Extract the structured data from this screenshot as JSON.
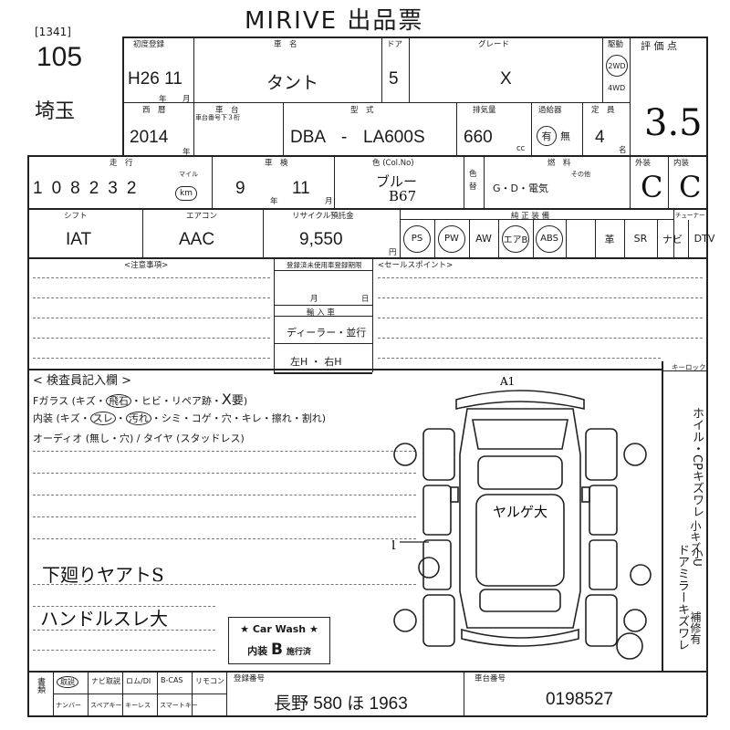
{
  "header": {
    "title": "MIRIVE 出品票"
  },
  "lot": {
    "code": "[1341]",
    "number": "105",
    "region": "埼玉"
  },
  "row1": {
    "first_reg_label": "初度登録",
    "first_reg_value": "H26 11",
    "year_label": "年",
    "month_label": "月",
    "car_name_label": "車　名",
    "car_name_value": "タント",
    "doors_label": "ドア",
    "doors_value": "5",
    "grade_label": "グレード",
    "grade_value": "X",
    "drive_label": "駆動",
    "drive_2wd": "2WD",
    "drive_4wd": "4WD",
    "rating_label": "評 価 点",
    "rating_value": "3.5"
  },
  "row2": {
    "year_label": "西　暦",
    "year_value": "2014",
    "year_unit": "年",
    "chassis_label": "車　台",
    "chassis_sub": "車台番号下３桁",
    "model_label": "型　式",
    "model_prefix": "DBA",
    "model_sep": "-",
    "model_value": "LA600S",
    "displacement_label": "排気量",
    "displacement_value": "660",
    "displacement_unit": "cc",
    "turbo_label": "過給器",
    "turbo_yes": "有",
    "turbo_no": "無",
    "capacity_label": "定　員",
    "capacity_value": "4",
    "capacity_unit": "名"
  },
  "row3": {
    "mileage_label": "走　行",
    "mileage_digits": [
      "1",
      "0",
      "8",
      "2",
      "3",
      "2"
    ],
    "mileage_unit": "km",
    "mileage_unit_top": "マイル",
    "inspection_label": "車　検",
    "inspection_year": "9",
    "inspection_month": "11",
    "inspection_year_unit": "年",
    "inspection_month_unit": "月",
    "color_label": "色 (Col.No)",
    "color_value": "ブルー",
    "color_code": "B67",
    "color_change_label": "色替",
    "fuel_label": "燃　料",
    "fuel_options": "G・D・電気",
    "fuel_other": "その他",
    "ext_label": "外装",
    "ext_value": "C",
    "int_label": "内装",
    "int_value": "C"
  },
  "row4": {
    "shift_label": "シフト",
    "shift_value": "IAT",
    "ac_label": "エアコン",
    "ac_value": "AAC",
    "recycle_label": "リサイクル預託金",
    "recycle_value": "9,550",
    "recycle_unit": "円",
    "equip_label": "純 正 装 備",
    "equipment": [
      "PS",
      "PW",
      "AW",
      "エアB",
      "ABS",
      "",
      "革",
      "SR",
      "ナビ",
      "DTV"
    ],
    "tuner_label": "チューナー"
  },
  "notes": {
    "notes_label": "<注意事項>",
    "record_label": "登録済未使用車登録期限",
    "date_month": "月",
    "date_day": "日",
    "import_label": "輸 入 車",
    "dealer_label": "ディーラー・並行",
    "handle_label": "左H ・ 右H",
    "sales_label": "<セールスポイント>"
  },
  "inspector": {
    "title": "< 検査員記入欄 >",
    "line1_prefix": "Fガラス (キズ・",
    "line1_circled": "飛石",
    "line1_suffix": "・ヒビ・リペア跡・",
    "line1_mark": "X",
    "line1_need": "要",
    "line1_close": ")",
    "line2_prefix": "内装 (キズ・",
    "line2_circled1": "スレ",
    "line2_mid": "・",
    "line2_circled2": "汚れ",
    "line2_suffix": "・シミ・コゲ・穴・キレ・擦れ・割れ)",
    "line3": "オーディオ (無し・穴) / タイヤ (スタッドレス)",
    "hand1": "下廻りヤアトS",
    "hand2": "ハンドルスレ大"
  },
  "diagram": {
    "mark_top": "A1",
    "mark_center": "ヤルゲ大",
    "mark_left": "U1"
  },
  "carwash": {
    "title": "★ Car Wash ★",
    "prefix": "内装",
    "grade": "B",
    "suffix": "施行済"
  },
  "right_col": {
    "key_label": "キーロック",
    "vertical_lines": [
      "ホイル・CPキズワレ",
      "ドアミラーキズワレ"
    ],
    "sub1": "小キズ",
    "sub2": "小U",
    "sub3": "補修有"
  },
  "footer": {
    "doc_label": "書類",
    "items_top": [
      "取説",
      "ナビ取説",
      "ロム/DI",
      "B-CAS",
      "リモコン"
    ],
    "items_bottom": [
      "ナンバー",
      "スペアキー",
      "キーレス",
      "スマートキー"
    ],
    "plate_label": "登録番号",
    "plate_value": "長野 580 ほ 1963",
    "serial_label": "車台番号",
    "serial_value": "0198527"
  }
}
